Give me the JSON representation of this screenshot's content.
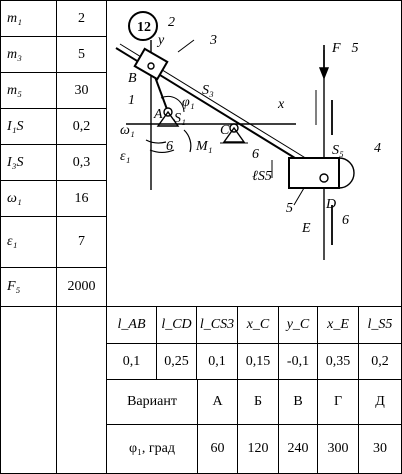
{
  "params": [
    {
      "name": "m₁",
      "value": "2"
    },
    {
      "name": "m₃",
      "value": "5"
    },
    {
      "name": "m₅",
      "value": "30"
    },
    {
      "name": "I₁S",
      "value": "0,2"
    },
    {
      "name": "I₃S",
      "value": "0,3"
    },
    {
      "name": "ω₁",
      "value": "16"
    },
    {
      "name": "ε₁",
      "value": "7"
    },
    {
      "name": "F₅",
      "value": "2000"
    }
  ],
  "dims": {
    "headers": [
      "l_AB",
      "l_CD",
      "l_CS3",
      "x_C",
      "y_C",
      "x_E",
      "l_S5"
    ],
    "values": [
      "0,1",
      "0,25",
      "0,1",
      "0,15",
      "-0,1",
      "0,35",
      "0,2"
    ]
  },
  "variants": {
    "label": "Вариант",
    "letters": [
      "А",
      "Б",
      "В",
      "Г",
      "Д"
    ],
    "phi_label": "φ₁, град",
    "phi_values": [
      "60",
      "120",
      "240",
      "300",
      "30"
    ]
  },
  "diagram": {
    "problem_number": "12",
    "labels": {
      "n1": "1",
      "n2": "2",
      "n3": "3",
      "n4": "4",
      "n5": "5",
      "n6a": "6",
      "n6b": "6",
      "A": "A",
      "B": "B",
      "C": "C",
      "D": "D",
      "E": "E",
      "y": "y",
      "x": "x",
      "S1": "S₁",
      "S3": "S₃",
      "S5": "S₅",
      "lS5": "ℓS5",
      "phi1": "φ₁",
      "omega1": "ω₁",
      "eps1": "ε₁",
      "M1": "M₁",
      "F5": "F⃗5"
    }
  }
}
